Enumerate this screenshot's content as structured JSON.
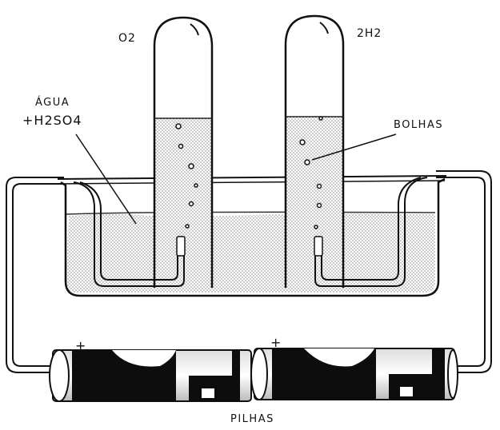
{
  "labels": {
    "tube_left": "O2",
    "tube_right": "2H2",
    "solution_line1": "ÁGUA",
    "solution_line2": "+H2SO4",
    "bubbles": "BOLHAS",
    "batteries": "PILHAS",
    "plus_left": "+",
    "plus_right": "+"
  },
  "colors": {
    "ink": "#111111",
    "liquid_dots": "#9a9a9a",
    "battery_dark": "#0d0d0d",
    "battery_light": "#f4f4f4"
  }
}
